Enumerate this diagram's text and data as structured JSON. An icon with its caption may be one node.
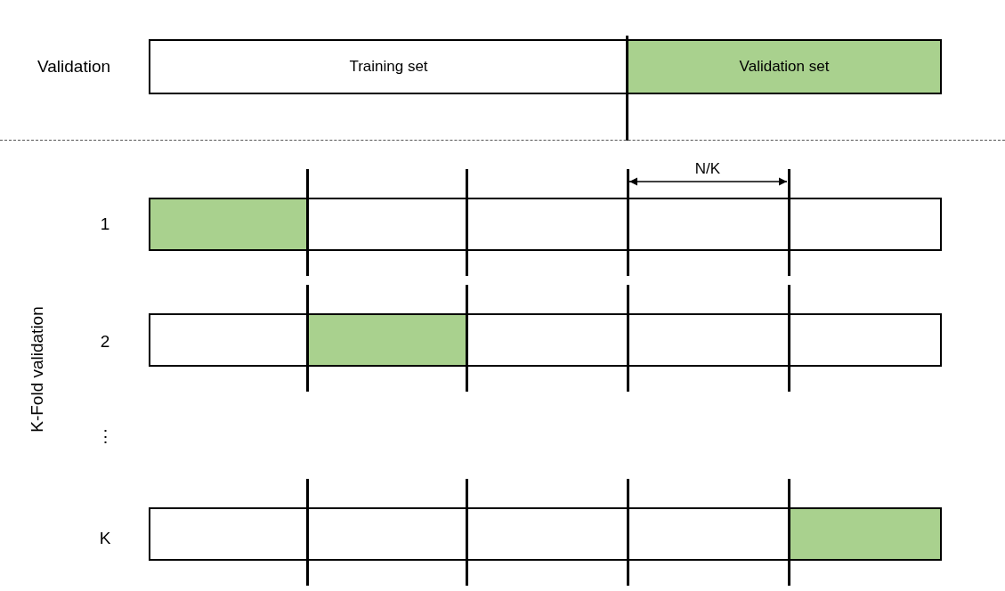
{
  "diagram": {
    "nodes": [
      {
        "text": [
          "Training set"
        ]
      },
      {
        "text": [
          "Validation set"
        ]
      }
    ],
    "labels": [
      "Validation",
      "N/K",
      "1",
      "2",
      "⋮",
      "K",
      "K-Fold validation"
    ]
  }
}
